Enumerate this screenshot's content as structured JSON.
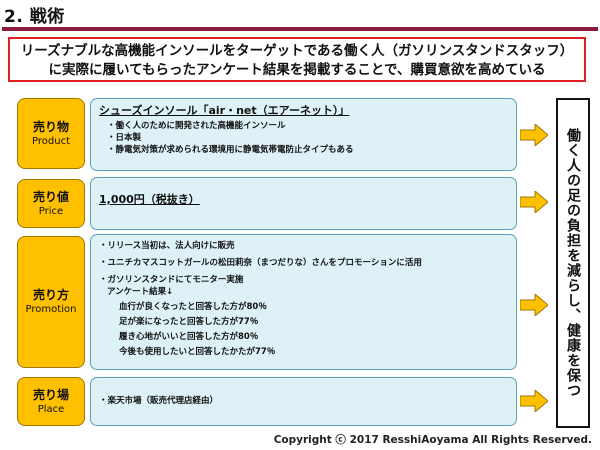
{
  "title": "2. 戦術",
  "headline": [
    "リーズナブルな高機能インソールをターゲットである働く人（ガソリンスタンドスタッフ）",
    "に実際に履いてもらったアンケート結果を掲載することで、購買意欲を高めている"
  ],
  "rows": {
    "product": {
      "label_jp": "売り物",
      "label_en": "Product",
      "heading": "シューズインソール「air・net（エアーネット）」",
      "bullets": [
        "・働く人のために開発された高機能インソール",
        "・日本製",
        "・静電気対策が求められる環境用に静電気帯電防止タイプもある"
      ]
    },
    "price": {
      "label_jp": "売り値",
      "label_en": "Price",
      "text": "1,000円（税抜き）"
    },
    "promotion": {
      "label_jp": "売り方",
      "label_en": "Promotion",
      "lines": [
        "・リリース当初は、法人向けに販売",
        "・ユニチカマスコットガールの松田莉奈（まつだりな）さんをプロモーションに活用",
        "・ガソリンスタンドにてモニター実施"
      ],
      "survey_title": "アンケート結果↓",
      "survey_results": [
        "血行が良くなったと回答した方が80％",
        "足が楽になったと回答した方が77％",
        "履き心地がいいと回答した方が80％",
        "今後も使用したいと回答したかたが77％"
      ]
    },
    "place": {
      "label_jp": "売り場",
      "label_en": "Place",
      "text": "・楽天市場（販売代理店経由）"
    }
  },
  "conclusion": "働く人の足の負担を減らし、健康を保つ",
  "copyright": "Copyright ⓒ 2017 ResshiAoyama All Rights Reserved.",
  "colors": {
    "label_fill": "#ffc000",
    "content_fill": "#ddf1f7",
    "arrow_fill": "#ffc000",
    "headline_border": "#e02020",
    "title_rule": "#8c1d3a"
  }
}
